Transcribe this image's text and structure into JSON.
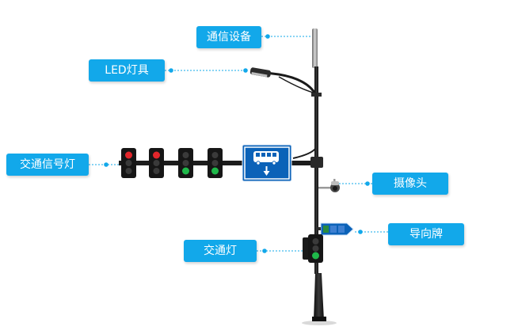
{
  "labels": {
    "communication": "通信设备",
    "led_lamp": "LED灯具",
    "traffic_signal": "交通信号灯",
    "camera": "摄像头",
    "guide_sign": "导向牌",
    "traffic_light": "交通灯"
  },
  "colors": {
    "label_bg": "#12a8ea",
    "label_text": "#ffffff",
    "pole": "#1f1f1f",
    "leader_line": "#12a8ea",
    "sign_blue": "#0b62b8",
    "signal_red": "#e2262b",
    "signal_green": "#1fb84a"
  },
  "icons": {
    "bus_sign": "bus-icon",
    "arrow": "arrow-down-icon"
  }
}
